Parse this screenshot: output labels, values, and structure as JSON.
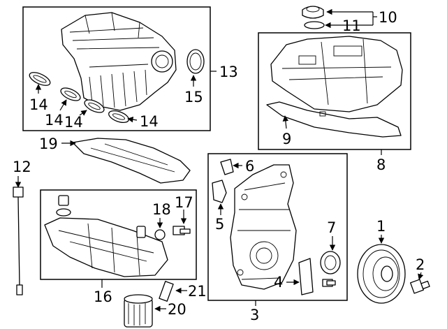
{
  "callouts": {
    "c1": "1",
    "c2": "2",
    "c3": "3",
    "c4": "4",
    "c5": "5",
    "c6": "6",
    "c7": "7",
    "c8": "8",
    "c9": "9",
    "c10": "10",
    "c11": "11",
    "c12": "12",
    "c13": "13",
    "c14a": "14",
    "c14b": "14",
    "c14c": "14",
    "c14d": "14",
    "c15": "15",
    "c16": "16",
    "c17": "17",
    "c18": "18",
    "c19": "19",
    "c20": "20",
    "c21": "21"
  },
  "colors": {
    "line": "#000000",
    "background": "#ffffff"
  }
}
